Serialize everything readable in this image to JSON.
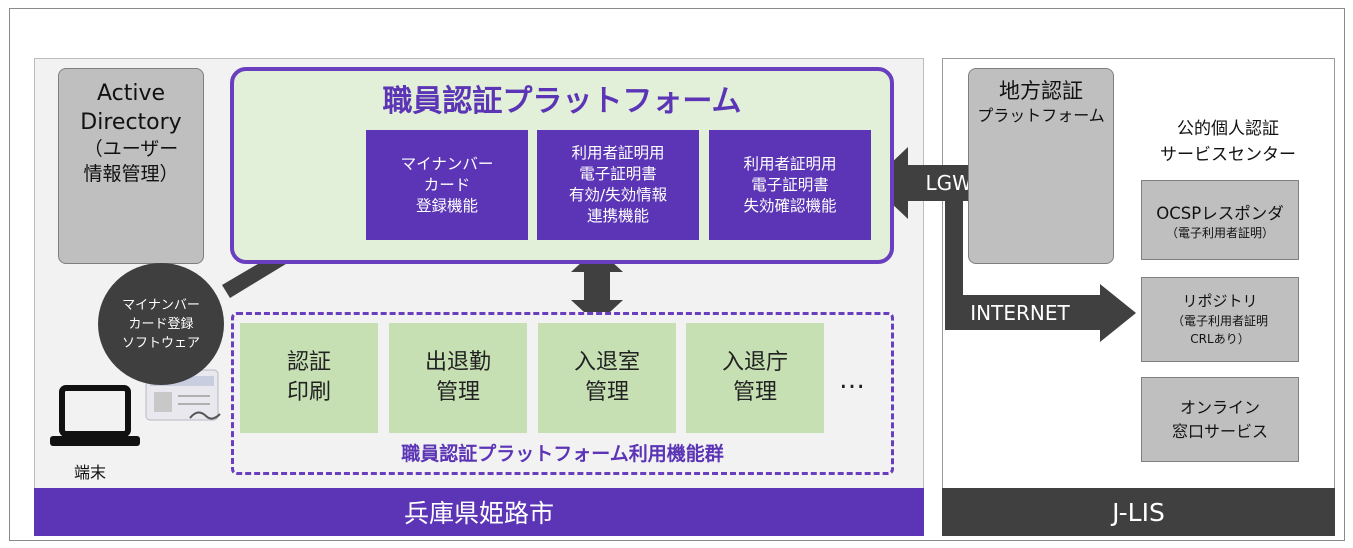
{
  "outer_region": {
    "left_label": "兵庫県姫路市",
    "right_label": "J-LIS"
  },
  "active_directory": {
    "line1": "Active",
    "line2": "Directory",
    "line3": "（ユーザー",
    "line4": "情報管理）"
  },
  "platform": {
    "title": "職員認証プラットフォーム",
    "functions": [
      {
        "lines": [
          "マイナンバー",
          "カード",
          "登録機能"
        ]
      },
      {
        "lines": [
          "利用者証明用",
          "電子証明書",
          "有効/失効情報",
          "連携機能"
        ]
      },
      {
        "lines": [
          "利用者証明用",
          "電子証明書",
          "失効確認機能"
        ]
      }
    ]
  },
  "apps": {
    "items": [
      {
        "lines": [
          "認証",
          "印刷"
        ]
      },
      {
        "lines": [
          "出退勤",
          "管理"
        ]
      },
      {
        "lines": [
          "入退室",
          "管理"
        ]
      },
      {
        "lines": [
          "入退庁",
          "管理"
        ]
      }
    ],
    "ellipsis": "…",
    "group_label": "職員認証プラットフォーム利用機能群"
  },
  "software": {
    "lines": [
      "マイナンバー",
      "カード登録",
      "ソフトウェア"
    ]
  },
  "terminal": {
    "label": "端末"
  },
  "chiho_auth": {
    "line1": "地方認証",
    "line2": "プラットフォーム"
  },
  "connections": {
    "lgwan": "LGWAN",
    "internet": "INTERNET"
  },
  "jpki_center": {
    "line1": "公的個人認証",
    "line2": "サービスセンター",
    "services": [
      {
        "main": "OCSPレスポンダ",
        "sub": "（電子利用者証明）"
      },
      {
        "main": "リポジトリ",
        "sub1": "（電子利用者証明",
        "sub2": "CRLあり）"
      },
      {
        "main1": "オンライン",
        "main2": "窓口サービス"
      }
    ]
  },
  "colors": {
    "purple": "#5b35b5",
    "purple_border": "#6a3fbf",
    "green_light": "#e2efd9",
    "green_app": "#c6e0b4",
    "grey_box": "#bfbfbf",
    "dark_arrow": "#404040"
  }
}
